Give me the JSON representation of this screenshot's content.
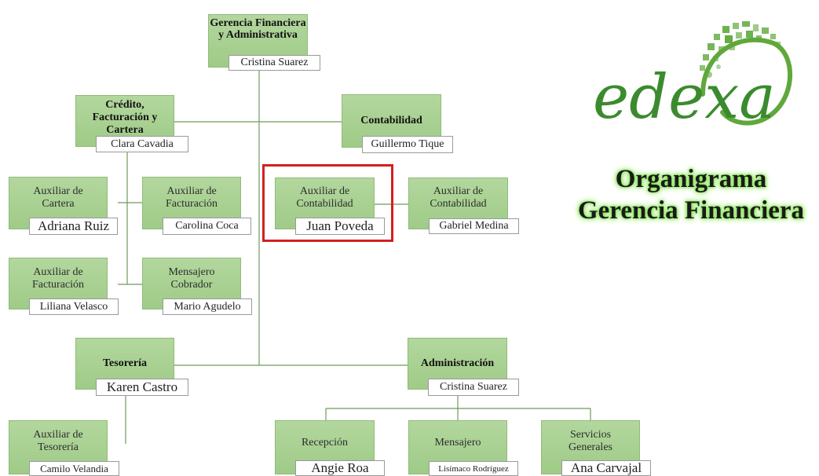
{
  "brand": {
    "name": "edexa"
  },
  "headline": {
    "line1": "Organigrama",
    "line2": "Gerencia Financiera"
  },
  "nodes": {
    "gerencia": {
      "title": "Gerencia Financiera y Administrativa",
      "person": "Cristina Suarez"
    },
    "credito": {
      "title": "Crédito, Facturación y Cartera",
      "person": "Clara Cavadia"
    },
    "contabilidad": {
      "title": "Contabilidad",
      "person": "Guillermo Tique"
    },
    "aux_cartera": {
      "title": "Auxiliar de Cartera",
      "person": "Adriana Ruiz"
    },
    "aux_facturacion_1": {
      "title": "Auxiliar de Facturación",
      "person": "Carolina Coca"
    },
    "aux_contabilidad_1": {
      "title": "Auxiliar de Contabilidad",
      "person": "Juan Poveda"
    },
    "aux_contabilidad_2": {
      "title": "Auxiliar de Contabilidad",
      "person": "Gabriel Medina"
    },
    "aux_facturacion_2": {
      "title": "Auxiliar de Facturación",
      "person": "Liliana Velasco"
    },
    "mensajero_cobrador": {
      "title": "Mensajero Cobrador",
      "person": "Mario Agudelo"
    },
    "tesoreria": {
      "title": "Tesorería",
      "person": "Karen Castro"
    },
    "administracion": {
      "title": "Administración",
      "person": "Cristina Suarez"
    },
    "aux_tesoreria": {
      "title": "Auxiliar de Tesorería",
      "person": "Camilo Velandia"
    },
    "recepcion": {
      "title": "Recepción",
      "person": "Angie Roa"
    },
    "mensajero": {
      "title": "Mensajero",
      "person": "Lisímaco Rodríguez"
    },
    "servicios": {
      "title": "Servicios Generales",
      "person": "Ana Carvajal"
    }
  },
  "colors": {
    "box_fill": "#a6cf8f",
    "connector": "#6e9a5e",
    "highlight": "#d32020",
    "headline_glow": "#7ee04a",
    "logo_green": "#3b8b2e"
  }
}
